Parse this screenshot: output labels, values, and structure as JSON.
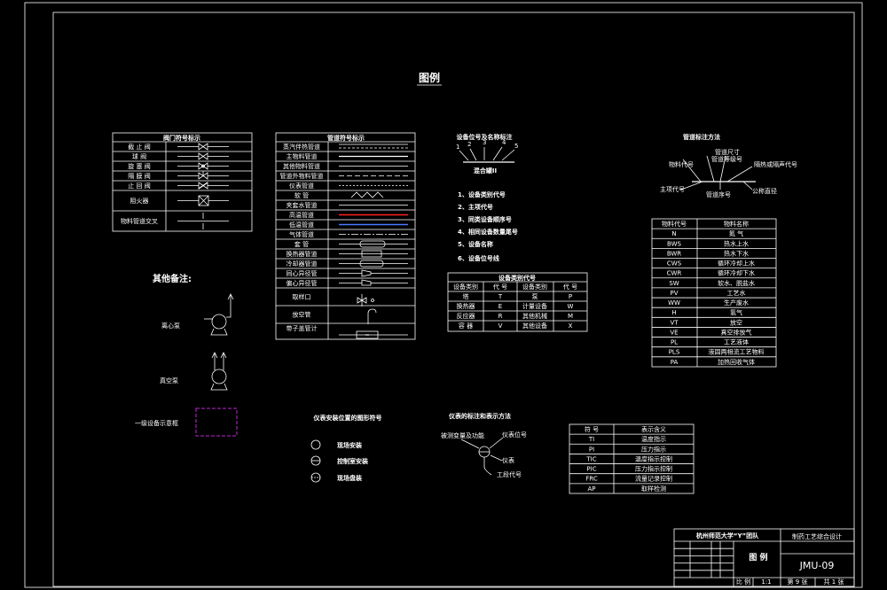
{
  "drawing_title": "图例",
  "valve_table": {
    "header": "阀门符号标示",
    "rows": [
      "截 止 阀",
      "球 阀",
      "旋 塞 阀",
      "隔 膜 阀",
      "止 回 阀",
      "阻火器",
      "物料管道交叉"
    ]
  },
  "pipe_table": {
    "header": "管道符号标示",
    "rows": [
      "蒸汽伴热管道",
      "主物料管道",
      "其他物料管道",
      "管道外物料管道",
      "仪表管道",
      "软 管",
      "夹套水管道",
      "高温管道",
      "低温管道",
      "气体管道",
      "套 管",
      "换热器管道",
      "冷却器管道",
      "同心异径管",
      "偏心异径管",
      "取样口",
      "放空管",
      "带子盖管计"
    ]
  },
  "other_notes": {
    "heading": "其他备注:",
    "items": [
      "离心泵",
      "真空泵",
      "一级设备示意框"
    ]
  },
  "equipment_label": {
    "heading": "设备位号及名称标注",
    "tag": "混合罐II",
    "markers": [
      "1",
      "2",
      "3",
      "4",
      "5"
    ],
    "items": [
      "1、设备类别代号",
      "2、主项代号",
      "3、同类设备顺序号",
      "4、相同设备数量尾号",
      "5、设备名称",
      "6、设备位号线"
    ]
  },
  "equipment_code_table": {
    "header": "设备类别代号",
    "columns": [
      "设备类别",
      "代 号",
      "设备类别",
      "代 号"
    ],
    "rows": [
      [
        "塔",
        "T",
        "泵",
        "P"
      ],
      [
        "换热器",
        "E",
        "计量设备",
        "W"
      ],
      [
        "反应器",
        "R",
        "其他机械",
        "M"
      ],
      [
        "容 器",
        "V",
        "其他设备",
        "X"
      ]
    ]
  },
  "pipe_label": {
    "heading": "管道标注方法",
    "annotations": [
      "管道尺寸",
      "管道等级号",
      "物料代号",
      "主项代号",
      "管道序号",
      "公称直径",
      "隔热或隔声代号"
    ]
  },
  "material_code_table": {
    "columns": [
      "物料代号",
      "物料名称"
    ],
    "rows": [
      [
        "N",
        "氮 气"
      ],
      [
        "BWS",
        "热水上水"
      ],
      [
        "BWR",
        "热水下水"
      ],
      [
        "CWS",
        "循环冷却上水"
      ],
      [
        "CWR",
        "循环冷却下水"
      ],
      [
        "SW",
        "软水、脱盐水"
      ],
      [
        "PV",
        "工艺水"
      ],
      [
        "WW",
        "生产废水"
      ],
      [
        "H",
        "氢气"
      ],
      [
        "VT",
        "放空"
      ],
      [
        "VE",
        "真空排放气"
      ],
      [
        "PL",
        "工艺液体"
      ],
      [
        "PLS",
        "液固两相流工艺物料"
      ],
      [
        "PA",
        "加热回收气体"
      ]
    ]
  },
  "instrument_position": {
    "heading": "仪表安装位置的图形符号",
    "items": [
      "现场安装",
      "控制室安装",
      "现场盘装"
    ]
  },
  "instrument_label": {
    "heading": "仪表的标注和表示方法",
    "annotations": [
      "被测变量及功能",
      "仪表位号",
      "仪表",
      "工段代号"
    ]
  },
  "instrument_code_table": {
    "columns": [
      "符 号",
      "表示含义"
    ],
    "rows": [
      [
        "TI",
        "温度指示"
      ],
      [
        "PI",
        "压力指示"
      ],
      [
        "TIC",
        "温度指示控制"
      ],
      [
        "PIC",
        "压力指示控制"
      ],
      [
        "FRC",
        "流量记录控制"
      ],
      [
        "AP",
        "取样检测"
      ]
    ]
  },
  "title_block": {
    "school": "杭州师范大学“Y”团队",
    "project": "制药工艺综合设计",
    "drawing_name": "图 例",
    "drawing_number": "JMU-09",
    "scale_label": "比 例",
    "scale": "1:1",
    "sheet": "第 9 张",
    "total": "共 1 张"
  },
  "colors": {
    "background": "#000000",
    "line": "#ffffff",
    "high_temp": "#ff2020",
    "low_temp": "#4a78ff",
    "frame_box": "#c026d3"
  }
}
